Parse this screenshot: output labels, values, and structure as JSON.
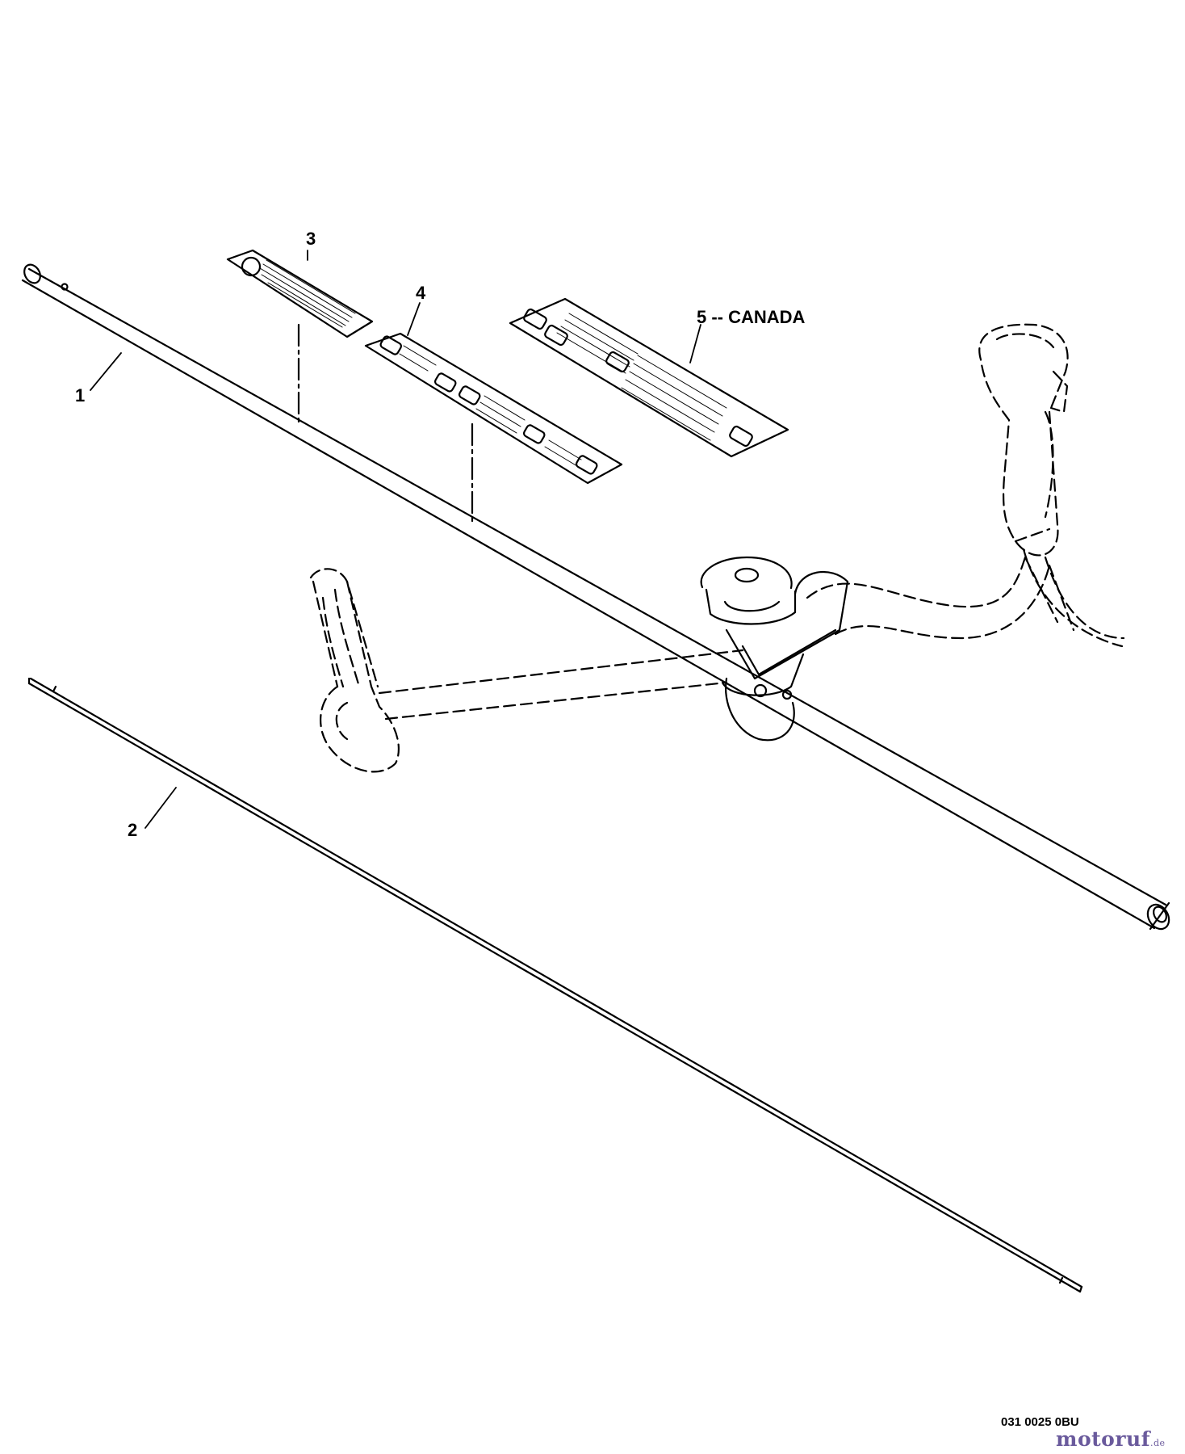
{
  "callouts": {
    "c1": "1",
    "c2": "2",
    "c3": "3",
    "c4": "4",
    "c5": "5 -- CANADA"
  },
  "footer": {
    "document_number": "031 0025 0BU",
    "watermark_main": "motoruf",
    "watermark_suffix": ".de"
  },
  "colors": {
    "line": "#000000",
    "background": "#ffffff",
    "watermark": "#6a5a9c"
  }
}
